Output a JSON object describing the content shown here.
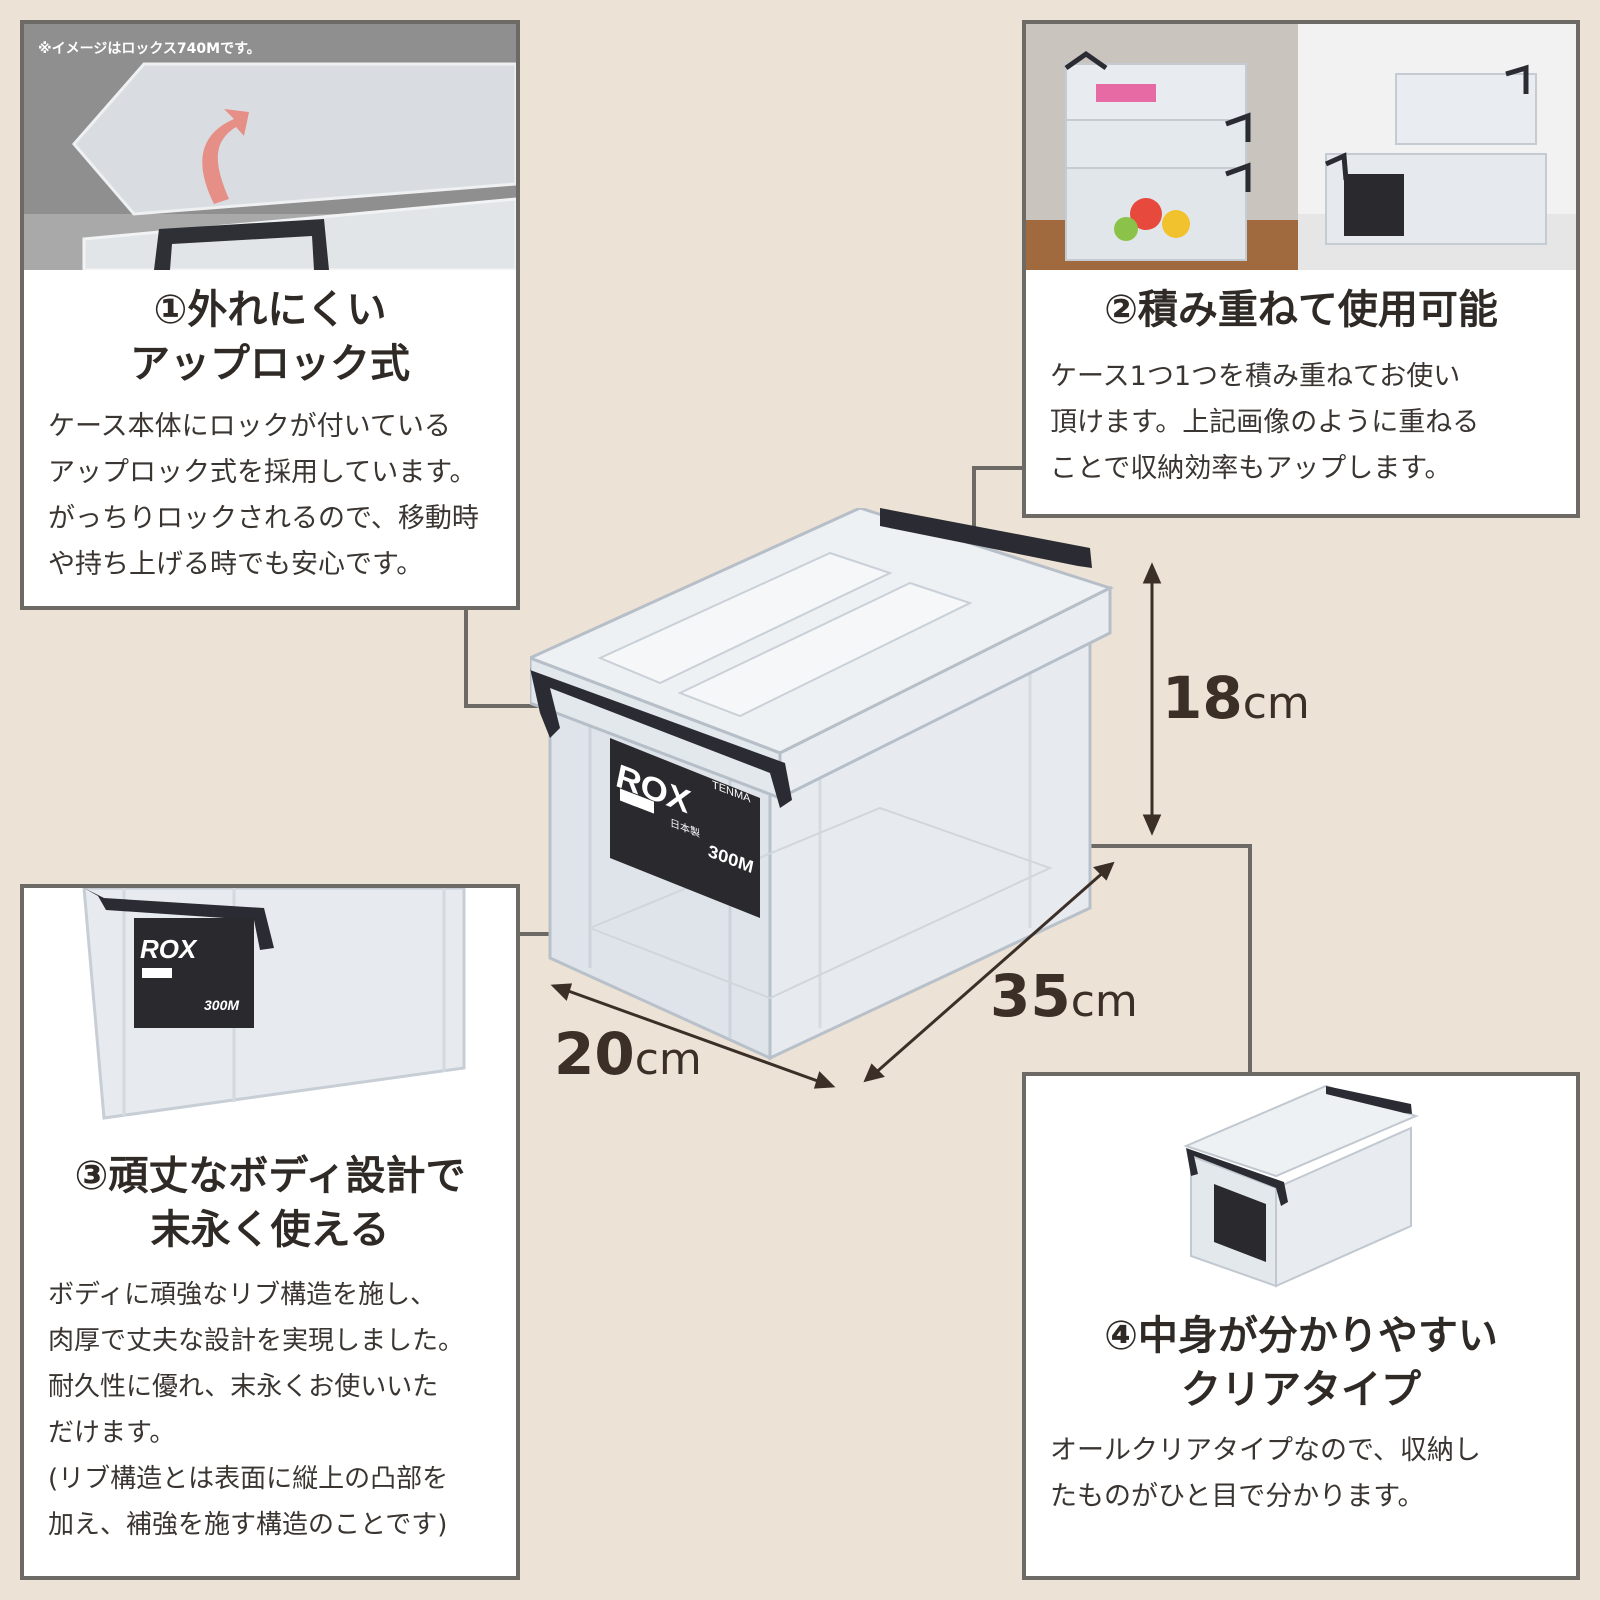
{
  "colors": {
    "background": "#ece3d6",
    "panel_border": "#6d6964",
    "text": "#2f2a26",
    "dimension_text": "#3b2f27",
    "handle": "#2b2b33"
  },
  "features": [
    {
      "title_lines": [
        "①外れにくい",
        "アップロック式"
      ],
      "note": "※イメージはロックス740Mです。",
      "description": [
        "ケース本体にロックが付いている",
        "アップロック式を採用しています。",
        "がっちりロックされるので、移動時",
        "や持ち上げる時でも安心です。"
      ]
    },
    {
      "title_lines": [
        "②積み重ねて使用可能"
      ],
      "description": [
        "ケース1つ1つを積み重ねてお使い",
        "頂けます。上記画像のように重ねる",
        "ことで収納効率もアップします。"
      ]
    },
    {
      "title_lines": [
        "③頑丈なボディ設計で",
        "末永く使える"
      ],
      "description": [
        "ボディに頑強なリブ構造を施し、",
        "肉厚で丈夫な設計を実現しました。",
        "耐久性に優れ、末永くお使いいた",
        "だけます。",
        "(リブ構造とは表面に縦上の凸部を",
        "加え、補強を施す構造のことです)"
      ]
    },
    {
      "title_lines": [
        "④中身が分かりやすい",
        "クリアタイプ"
      ],
      "description": [
        "オールクリアタイプなので、収納し",
        "たものがひと目で分かります。"
      ]
    }
  ],
  "dimensions": {
    "height": {
      "value": "18",
      "unit": "cm"
    },
    "width": {
      "value": "20",
      "unit": "cm"
    },
    "depth": {
      "value": "35",
      "unit": "cm"
    }
  },
  "product_label": {
    "brand": "ROX",
    "maker": "TENMA",
    "model": "300M",
    "origin": "日本製"
  }
}
